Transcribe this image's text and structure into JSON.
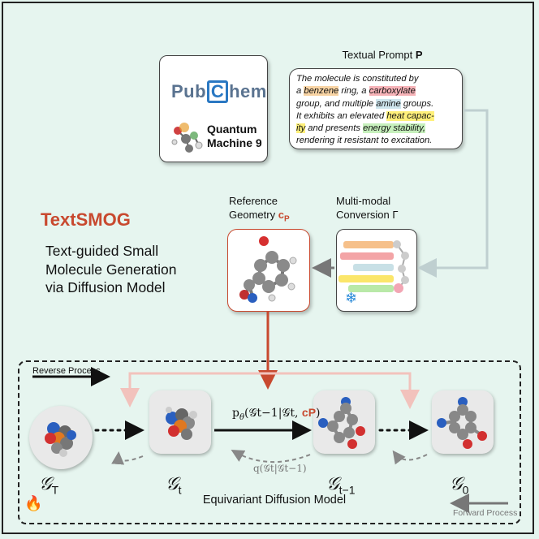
{
  "pubchem": {
    "logo_pre": "Pub",
    "logo_c": "C",
    "logo_post": "hem",
    "qm9_line1": "Quantum",
    "qm9_line2": "Machine 9"
  },
  "prompt": {
    "title": "Textual Prompt",
    "title_bold": "P",
    "lines": [
      [
        {
          "t": "The molecule is constituted by"
        }
      ],
      [
        {
          "t": "a "
        },
        {
          "t": "benzene",
          "h": "o"
        },
        {
          "t": " ring, a "
        },
        {
          "t": "carboxylate",
          "h": "r"
        }
      ],
      [
        {
          "t": "group, and multiple "
        },
        {
          "t": "amine",
          "h": "b"
        },
        {
          "t": " groups."
        }
      ],
      [
        {
          "t": "It exhibits an elevated "
        },
        {
          "t": "heat capac-",
          "h": "y"
        }
      ],
      [
        {
          "t": "ity",
          "h": "y"
        },
        {
          "t": " and presents "
        },
        {
          "t": "energy stability,",
          "h": "g"
        }
      ],
      [
        {
          "t": "rendering it resistant to excitation."
        }
      ]
    ]
  },
  "title": "TextSMOG",
  "subtitle_lines": [
    "Text-guided Small",
    "Molecule Generation",
    "via Diffusion Model"
  ],
  "reference": {
    "line1": "Reference",
    "line2": "Geometry",
    "symbol": "c",
    "symbol_sub": "P"
  },
  "multimodal": {
    "line1": "Multi-modal",
    "line2": "Conversion",
    "symbol": "Γ"
  },
  "diffusion": {
    "reverse_label": "Reverse Process",
    "forward_label": "Forward Process",
    "model_label": "Equivariant Diffusion Model",
    "states": [
      {
        "sym": "𝒢",
        "sub": "T"
      },
      {
        "sym": "𝒢",
        "sub": "t"
      },
      {
        "sym": "𝒢",
        "sub": "t−1"
      },
      {
        "sym": "𝒢",
        "sub": "0"
      }
    ],
    "p_label": "p",
    "p_sub": "θ",
    "p_args": "(𝒢t−1|𝒢t, ",
    "p_cond": "cP",
    "p_close": ")",
    "q_label": "q(𝒢t|𝒢t−1)"
  },
  "colors": {
    "accent": "#c8492f",
    "bg": "#e6f5ef",
    "reverse_arrow": "#f2c2bc",
    "forward_arrow": "#bfcfd0"
  }
}
